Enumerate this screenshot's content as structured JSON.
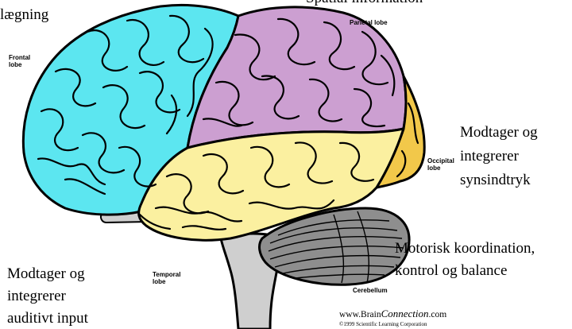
{
  "annotations": {
    "frontal_function": "lægning",
    "parietal_function": "Spatial information",
    "occipital_function": [
      "Modtager og",
      "integrerer",
      "synsindtryk"
    ],
    "cerebellum_function": [
      "Motorisk koordination,",
      "kontrol og balance"
    ],
    "temporal_function": [
      "Modtager og",
      "integrerer",
      "auditivt input"
    ]
  },
  "lobe_labels": {
    "frontal": [
      "Frontal",
      "lobe"
    ],
    "parietal": "Parietal lobe",
    "occipital": [
      "Occipital",
      "lobe"
    ],
    "temporal": [
      "Temporal",
      "lobe"
    ],
    "cerebellum": "Cerebellum"
  },
  "credit": {
    "site_prefix": "www.Brain",
    "site_italic": "Connection",
    "site_suffix": ".com",
    "copyright": "©1999 Scientific Learning Corporation"
  },
  "colors": {
    "frontal": "#5ce6f0",
    "parietal": "#cc9fd1",
    "occipital": "#f2c84a",
    "temporal": "#fbf0a0",
    "cerebellum": "#8e8e8e",
    "brainstem": "#cfcfcf",
    "outline": "#000000"
  }
}
